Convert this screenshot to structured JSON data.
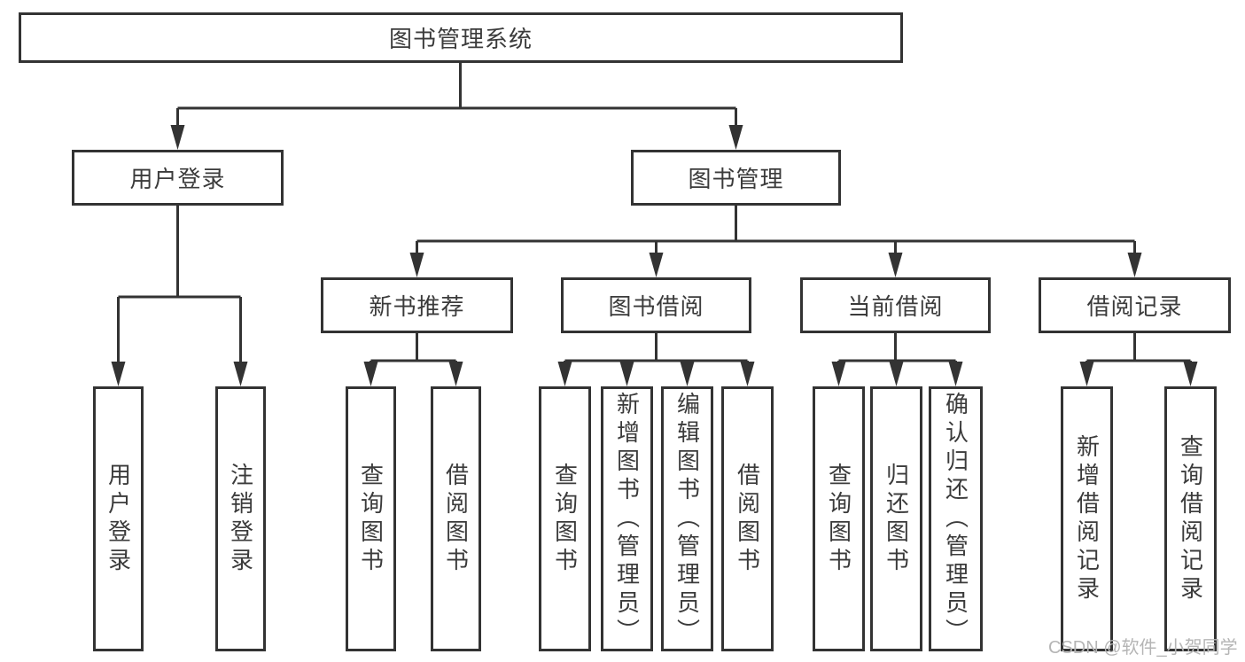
{
  "diagram": {
    "root": {
      "label": "图书管理系统"
    },
    "user_login": {
      "label": "用户登录",
      "children": {
        "login": {
          "label": "用户登录"
        },
        "logout": {
          "label": "注销登录"
        }
      }
    },
    "book_mgmt": {
      "label": "图书管理",
      "children": {
        "new_book_rec": {
          "label": "新书推荐",
          "children": {
            "query_books": {
              "label": "查询图书"
            },
            "borrow_books": {
              "label": "借阅图书"
            }
          }
        },
        "book_borrow": {
          "label": "图书借阅",
          "children": {
            "query_books": {
              "label": "查询图书"
            },
            "add_books": {
              "label": "新增图书（管理员）"
            },
            "edit_books": {
              "label": "编辑图书（管理员）"
            },
            "borrow_books": {
              "label": "借阅图书"
            }
          }
        },
        "current_borrow": {
          "label": "当前借阅",
          "children": {
            "query_books": {
              "label": "查询图书"
            },
            "return_books": {
              "label": "归还图书"
            },
            "confirm_return": {
              "label": "确认归还（管理员）"
            }
          }
        },
        "borrow_record": {
          "label": "借阅记录",
          "children": {
            "add_record": {
              "label": "新增借阅记录"
            },
            "query_record": {
              "label": "查询借阅记录"
            }
          }
        }
      }
    }
  },
  "colors": {
    "line": "#333333",
    "text": "#3b3b3b",
    "watermark": "#b5b5b5",
    "background": "#ffffff"
  },
  "watermark": {
    "label": "CSDN @软件_小贺同学"
  }
}
